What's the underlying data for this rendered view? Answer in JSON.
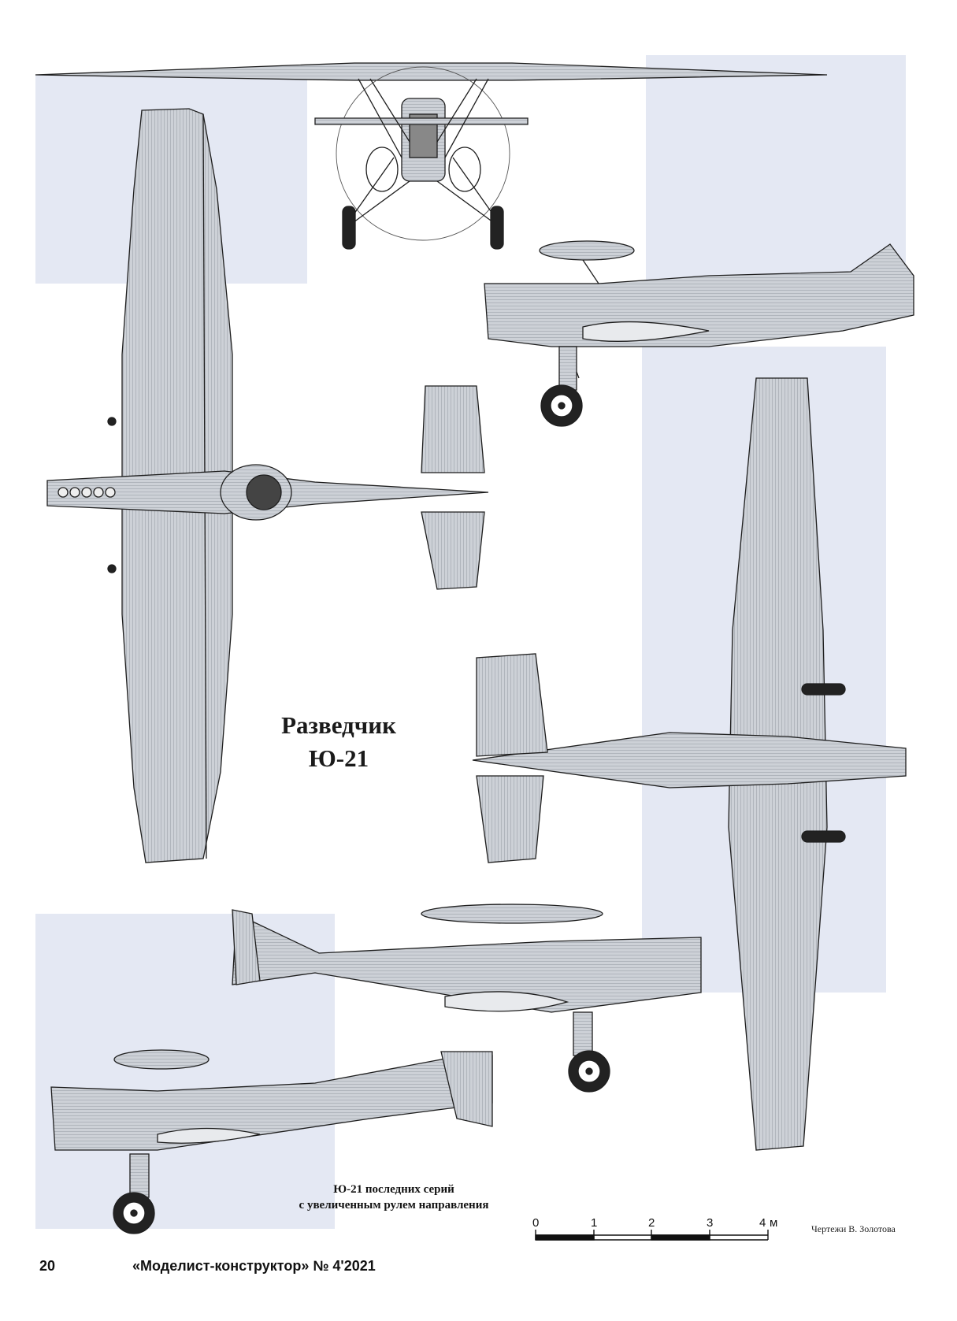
{
  "title": {
    "line1": "Разведчик",
    "line2": "Ю-21"
  },
  "caption": {
    "line1": "Ю-21 последних серий",
    "line2": "с увеличенным рулем направления"
  },
  "scale": {
    "ticks": [
      "0",
      "1",
      "2",
      "3",
      "4"
    ],
    "unit": "м"
  },
  "credit": "Чертежи В. Золотова",
  "footer": {
    "page_number": "20",
    "magazine": "«Моделист-конструктор» № 4'2021"
  },
  "colors": {
    "airframe_fill": "#c9cdd3",
    "background_text_tint": "#e4e8f3",
    "line": "#1e1e1e"
  }
}
